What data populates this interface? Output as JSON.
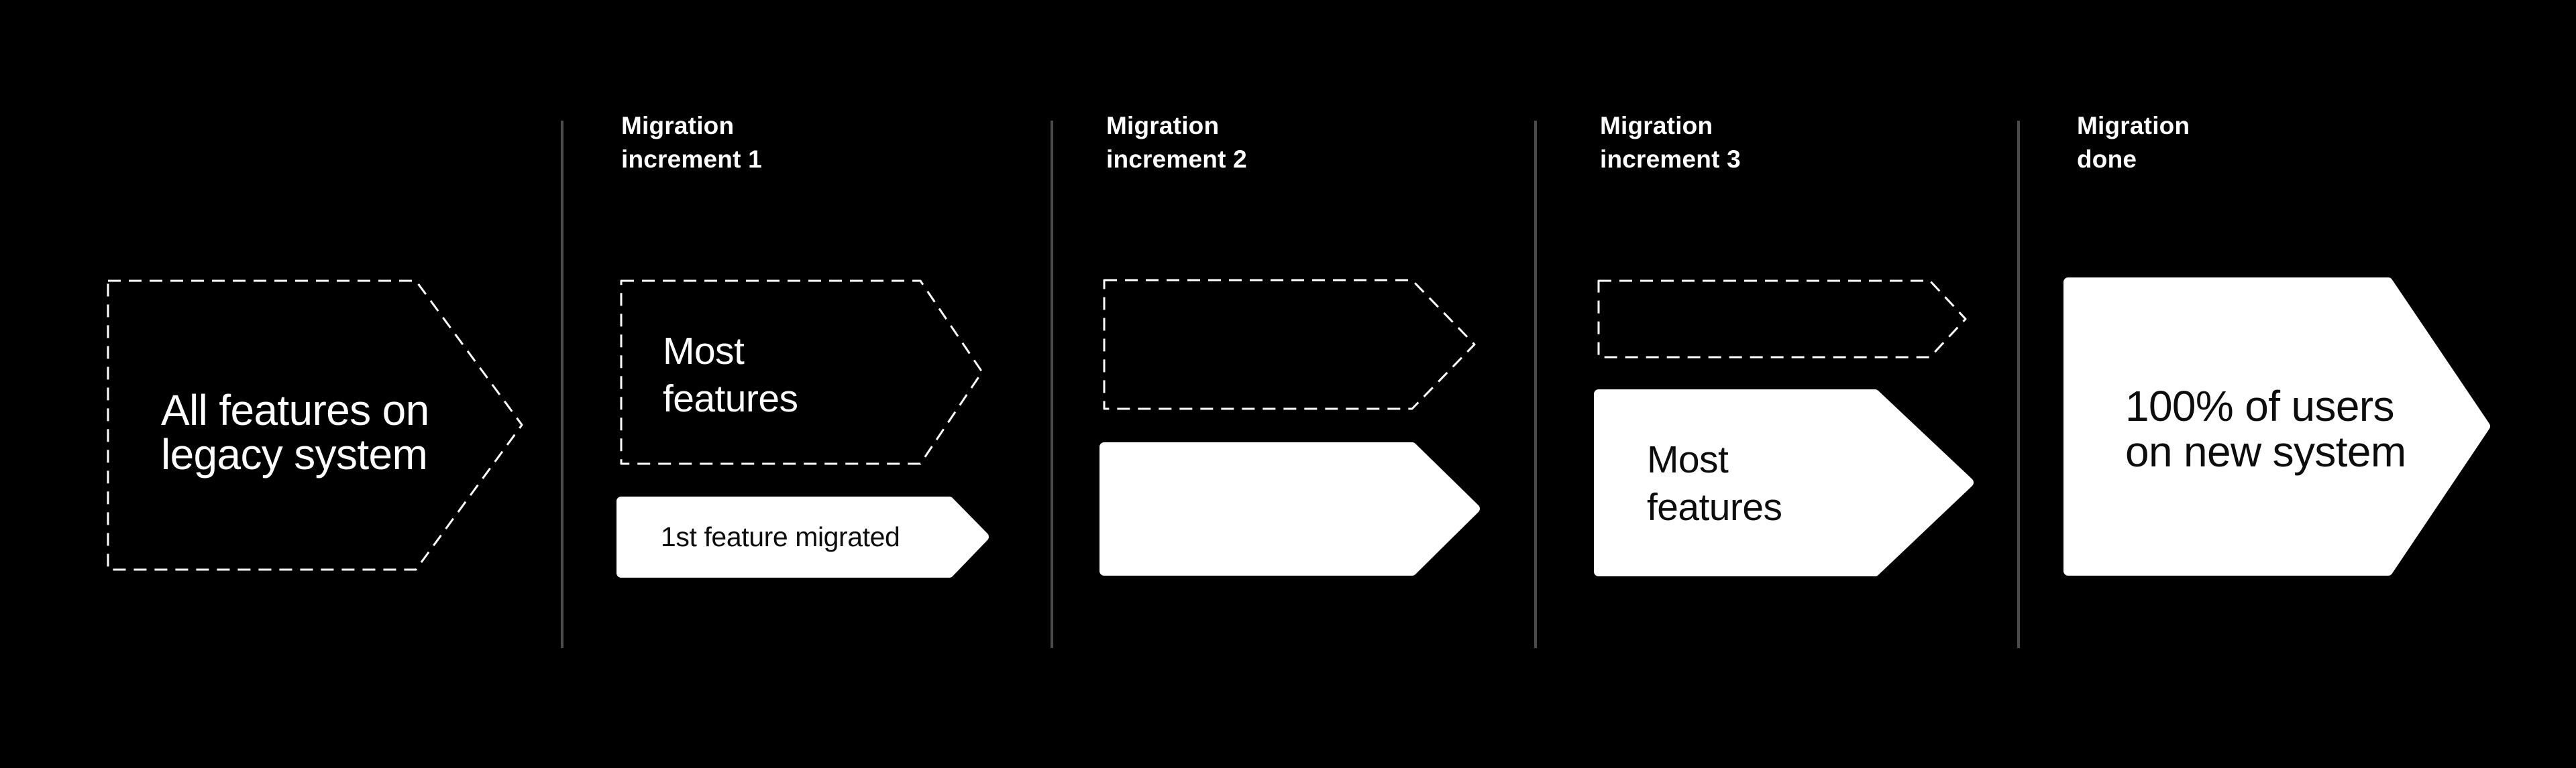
{
  "colors": {
    "background": "#000000",
    "divider": "#4b4b4b",
    "arrow_outline": "#ffffff",
    "arrow_fill": "#ffffff",
    "text_light": "#ffffff",
    "text_dark": "#0d0d0d"
  },
  "panels": [
    {
      "id": "legacy",
      "label": "",
      "dashed_arrow_text": "All features on\nlegacy system",
      "solid_arrow_text": ""
    },
    {
      "id": "increment-1",
      "label": "Migration\nincrement 1",
      "dashed_arrow_text": "Most\nfeatures",
      "solid_arrow_text": "1st feature migrated"
    },
    {
      "id": "increment-2",
      "label": "Migration\nincrement 2",
      "dashed_arrow_text": "",
      "solid_arrow_text": ""
    },
    {
      "id": "increment-3",
      "label": "Migration\nincrement 3",
      "dashed_arrow_text": "",
      "solid_arrow_text": "Most\nfeatures"
    },
    {
      "id": "done",
      "label": "Migration\ndone",
      "dashed_arrow_text": "",
      "solid_arrow_text": "100% of users\non new system"
    }
  ]
}
